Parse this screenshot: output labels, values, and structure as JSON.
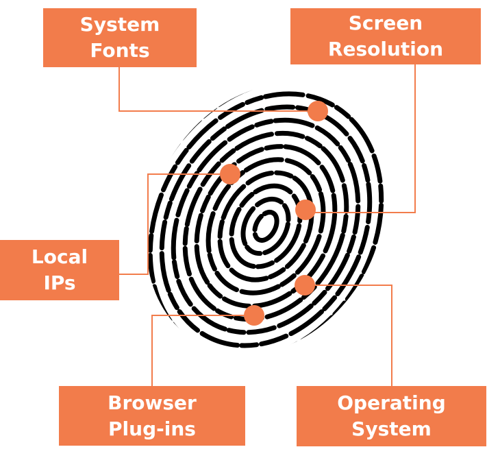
{
  "labels": {
    "system_fonts": [
      "System",
      "Fonts"
    ],
    "screen_resolution": [
      "Screen",
      "Resolution"
    ],
    "local_ips": [
      "Local",
      "IPs"
    ],
    "browser_plugins": [
      "Browser",
      "Plug-ins"
    ],
    "operating_system": [
      "Operating",
      "System"
    ]
  },
  "colors": {
    "accent": "#f27c4b",
    "fingerprint": "#000000",
    "text": "#ffffff"
  },
  "icons": {
    "center": "fingerprint-icon"
  }
}
